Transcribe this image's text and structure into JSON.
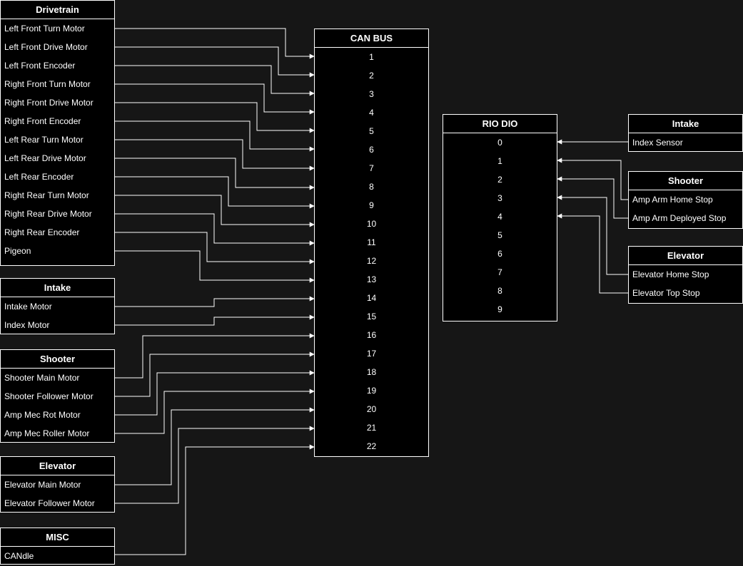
{
  "drivetrain": {
    "title": "Drivetrain",
    "items": [
      "Left Front Turn Motor",
      "Left Front Drive Motor",
      "Left Front Encoder",
      "Right Front Turn Motor",
      "Right Front Drive Motor",
      "Right Front Encoder",
      "Left Rear Turn Motor",
      "Left Rear Drive Motor",
      "Left Rear Encoder",
      "Right Rear Turn Motor",
      "Right Rear Drive Motor",
      "Right Rear Encoder",
      "Pigeon"
    ]
  },
  "intake_can": {
    "title": "Intake",
    "items": [
      "Intake Motor",
      "Index Motor"
    ]
  },
  "shooter_can": {
    "title": "Shooter",
    "items": [
      "Shooter Main Motor",
      "Shooter Follower Motor",
      "Amp Mec Rot Motor",
      "Amp Mec Roller Motor"
    ]
  },
  "elevator_can": {
    "title": "Elevator",
    "items": [
      "Elevator Main Motor",
      "Elevator Follower Motor"
    ]
  },
  "misc": {
    "title": "MISC",
    "items": [
      "CANdle"
    ]
  },
  "can_bus": {
    "title": "CAN BUS",
    "ids": [
      "1",
      "2",
      "3",
      "4",
      "5",
      "6",
      "7",
      "8",
      "9",
      "10",
      "11",
      "12",
      "13",
      "14",
      "15",
      "16",
      "17",
      "18",
      "19",
      "20",
      "21",
      "22"
    ]
  },
  "rio_dio": {
    "title": "RIO DIO",
    "ports": [
      "0",
      "1",
      "2",
      "3",
      "4",
      "5",
      "6",
      "7",
      "8",
      "9"
    ]
  },
  "intake_dio": {
    "title": "Intake",
    "items": [
      "Index Sensor"
    ]
  },
  "shooter_dio": {
    "title": "Shooter",
    "items": [
      "Amp Arm Home Stop",
      "Amp Arm Deployed Stop"
    ]
  },
  "elevator_dio": {
    "title": "Elevator",
    "items": [
      "Elevator Home Stop",
      "Elevator Top Stop"
    ]
  },
  "colors": {
    "background": "#161616",
    "box": "#000000",
    "line": "#ffffff",
    "text": "#ffffff"
  }
}
